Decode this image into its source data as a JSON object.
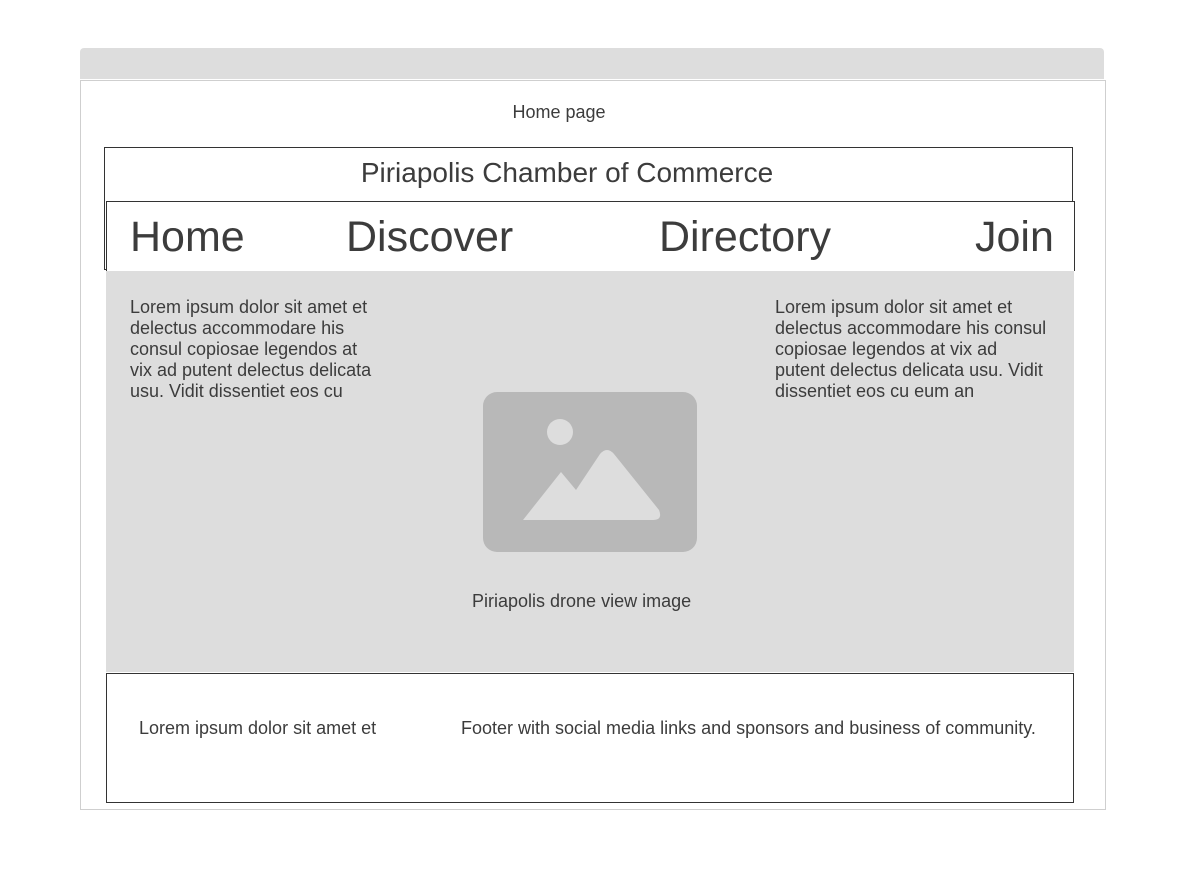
{
  "page_label": "Home page",
  "site_title": "Piriapolis Chamber of Commerce",
  "nav": {
    "home": "Home",
    "discover": "Discover",
    "directory": "Directory",
    "join": "Join"
  },
  "main": {
    "left_text": "Lorem ipsum dolor sit amet et delectus accommodare his consul copiosae legendos at vix ad putent delectus delicata usu. Vidit dissentiet eos cu",
    "right_text": "Lorem ipsum dolor sit amet et delectus accommodare his consul copiosae legendos at vix ad putent delectus delicata usu. Vidit dissentiet eos cu eum an",
    "image_icon": "image-placeholder-icon",
    "image_caption": "Piriapolis drone view image"
  },
  "footer": {
    "left_text": "Lorem ipsum dolor sit amet et",
    "right_text": "Footer with social media links and sponsors and business of community."
  },
  "colors": {
    "panel_gray": "#dddddd",
    "placeholder_gray": "#b8b8b8",
    "text": "#3c3c3c",
    "border": "#333333"
  }
}
